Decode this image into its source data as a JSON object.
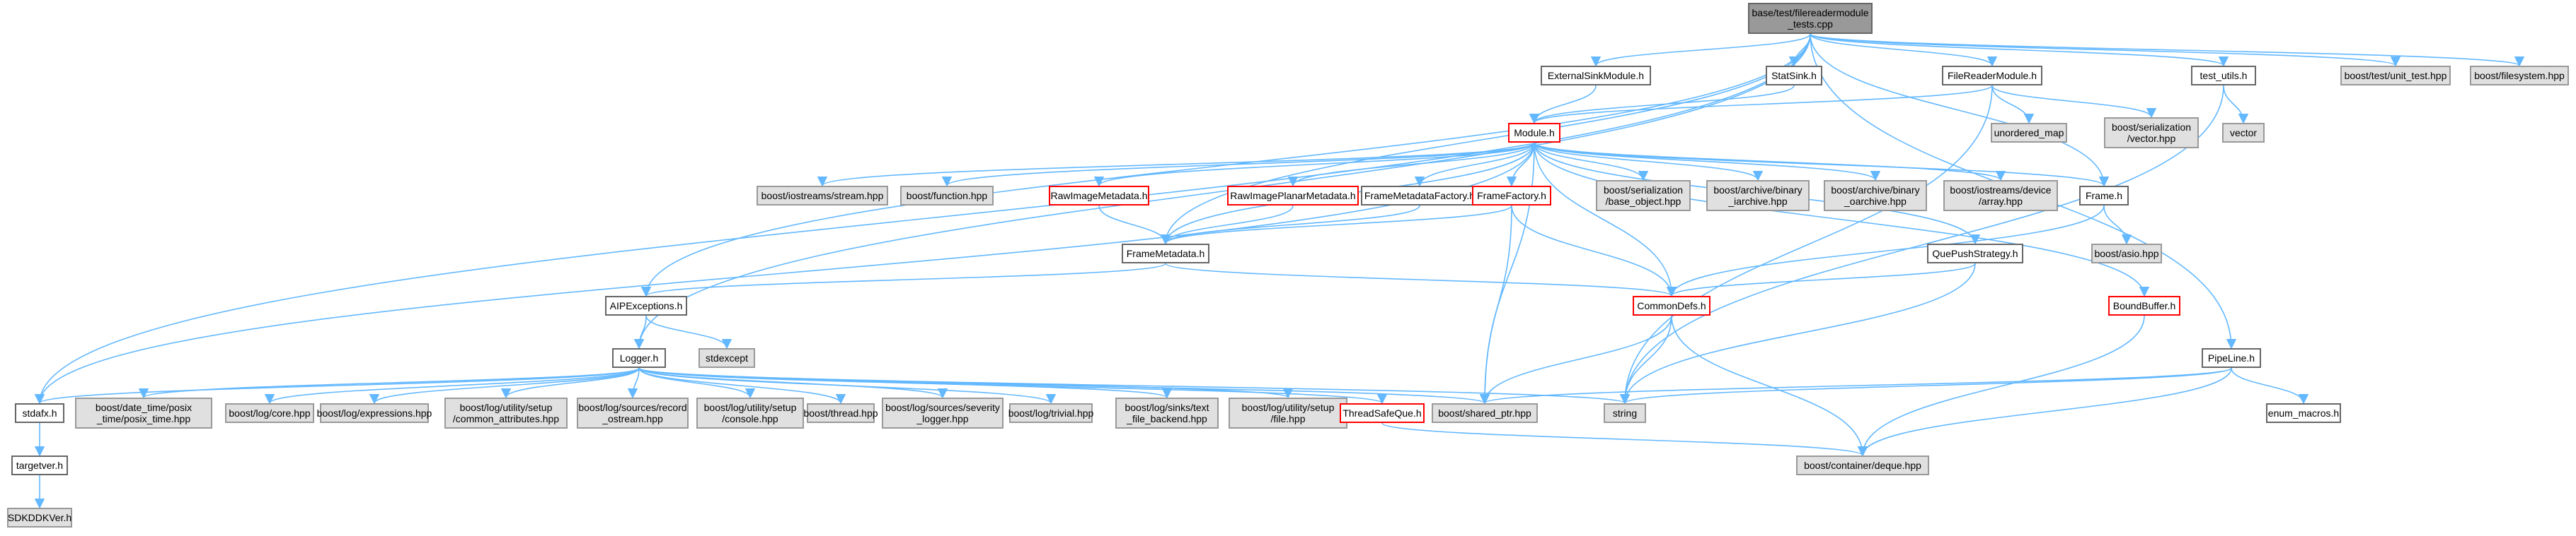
{
  "graph": {
    "root": "base/test/filereadermodule_tests.cpp",
    "nodes": [
      {
        "id": "root",
        "label": "base/test/filereadermodule\n_tests.cpp",
        "style": "root"
      },
      {
        "id": "extsink",
        "label": "ExternalSinkModule.h",
        "style": "normal"
      },
      {
        "id": "statsink",
        "label": "StatSink.h",
        "style": "normal"
      },
      {
        "id": "filereader",
        "label": "FileReaderModule.h",
        "style": "normal"
      },
      {
        "id": "testutils",
        "label": "test_utils.h",
        "style": "normal"
      },
      {
        "id": "unittest",
        "label": "boost/test/unit_test.hpp",
        "style": "ext"
      },
      {
        "id": "filesystem",
        "label": "boost/filesystem.hpp",
        "style": "ext"
      },
      {
        "id": "module",
        "label": "Module.h",
        "style": "red"
      },
      {
        "id": "unorderedmap",
        "label": "unordered_map",
        "style": "ext"
      },
      {
        "id": "servector",
        "label": "boost/serialization\n/vector.hpp",
        "style": "ext"
      },
      {
        "id": "vector",
        "label": "vector",
        "style": "ext"
      },
      {
        "id": "iostreamsstream",
        "label": "boost/iostreams/stream.hpp",
        "style": "ext"
      },
      {
        "id": "function",
        "label": "boost/function.hpp",
        "style": "ext"
      },
      {
        "id": "rawmeta",
        "label": "RawImageMetadata.h",
        "style": "red"
      },
      {
        "id": "rawplanar",
        "label": "RawImagePlanarMetadata.h",
        "style": "red"
      },
      {
        "id": "fmfactory",
        "label": "FrameMetadataFactory.h",
        "style": "normal"
      },
      {
        "id": "framefactory",
        "label": "FrameFactory.h",
        "style": "red"
      },
      {
        "id": "baseobject",
        "label": "boost/serialization\n/base_object.hpp",
        "style": "ext"
      },
      {
        "id": "biniarchive",
        "label": "boost/archive/binary\n_iarchive.hpp",
        "style": "ext"
      },
      {
        "id": "binoarchive",
        "label": "boost/archive/binary\n_oarchive.hpp",
        "style": "ext"
      },
      {
        "id": "devarray",
        "label": "boost/iostreams/device\n/array.hpp",
        "style": "ext"
      },
      {
        "id": "frame",
        "label": "Frame.h",
        "style": "normal"
      },
      {
        "id": "asio",
        "label": "boost/asio.hpp",
        "style": "ext"
      },
      {
        "id": "framemeta",
        "label": "FrameMetadata.h",
        "style": "normal"
      },
      {
        "id": "quepush",
        "label": "QuePushStrategy.h",
        "style": "normal"
      },
      {
        "id": "aipexceptions",
        "label": "AIPExceptions.h",
        "style": "normal"
      },
      {
        "id": "commondefs",
        "label": "CommonDefs.h",
        "style": "red"
      },
      {
        "id": "boundbuffer",
        "label": "BoundBuffer.h",
        "style": "red"
      },
      {
        "id": "logger",
        "label": "Logger.h",
        "style": "normal"
      },
      {
        "id": "stdexcept",
        "label": "stdexcept",
        "style": "ext"
      },
      {
        "id": "pipeline",
        "label": "PipeLine.h",
        "style": "normal"
      },
      {
        "id": "stdafx",
        "label": "stdafx.h",
        "style": "normal"
      },
      {
        "id": "posixtime",
        "label": "boost/date_time/posix\n_time/posix_time.hpp",
        "style": "ext"
      },
      {
        "id": "logcore",
        "label": "boost/log/core.hpp",
        "style": "ext"
      },
      {
        "id": "logexpr",
        "label": "boost/log/expressions.hpp",
        "style": "ext"
      },
      {
        "id": "commonattr",
        "label": "boost/log/utility/setup\n/common_attributes.hpp",
        "style": "ext"
      },
      {
        "id": "ostream",
        "label": "boost/log/sources/record\n_ostream.hpp",
        "style": "ext"
      },
      {
        "id": "console",
        "label": "boost/log/utility/setup\n/console.hpp",
        "style": "ext"
      },
      {
        "id": "thread",
        "label": "boost/thread.hpp",
        "style": "ext"
      },
      {
        "id": "sevlogger",
        "label": "boost/log/sources/severity\n_logger.hpp",
        "style": "ext"
      },
      {
        "id": "logtrivial",
        "label": "boost/log/trivial.hpp",
        "style": "ext"
      },
      {
        "id": "textfile",
        "label": "boost/log/sinks/text\n_file_backend.hpp",
        "style": "ext"
      },
      {
        "id": "setupfile",
        "label": "boost/log/utility/setup\n/file.hpp",
        "style": "ext"
      },
      {
        "id": "threadsafeque",
        "label": "ThreadSafeQue.h",
        "style": "red"
      },
      {
        "id": "sharedptr",
        "label": "boost/shared_ptr.hpp",
        "style": "ext"
      },
      {
        "id": "string",
        "label": "string",
        "style": "ext"
      },
      {
        "id": "enummacros",
        "label": "enum_macros.h",
        "style": "normal"
      },
      {
        "id": "targetver",
        "label": "targetver.h",
        "style": "normal"
      },
      {
        "id": "sdkddkver",
        "label": "SDKDDKVer.h",
        "style": "ext"
      },
      {
        "id": "deque",
        "label": "boost/container/deque.hpp",
        "style": "ext"
      }
    ],
    "edges": [
      [
        "root",
        "extsink"
      ],
      [
        "root",
        "statsink"
      ],
      [
        "root",
        "filereader"
      ],
      [
        "root",
        "testutils"
      ],
      [
        "root",
        "unittest"
      ],
      [
        "root",
        "filesystem"
      ],
      [
        "root",
        "frame"
      ],
      [
        "root",
        "framemeta"
      ],
      [
        "root",
        "aipexceptions"
      ],
      [
        "root",
        "logger"
      ],
      [
        "root",
        "stdafx"
      ],
      [
        "root",
        "pipeline"
      ],
      [
        "extsink",
        "module"
      ],
      [
        "statsink",
        "module"
      ],
      [
        "filereader",
        "module"
      ],
      [
        "filereader",
        "unorderedmap"
      ],
      [
        "filereader",
        "servector"
      ],
      [
        "filereader",
        "string"
      ],
      [
        "testutils",
        "vector"
      ],
      [
        "testutils",
        "string"
      ],
      [
        "module",
        "iostreamsstream"
      ],
      [
        "module",
        "function"
      ],
      [
        "module",
        "rawmeta"
      ],
      [
        "module",
        "rawplanar"
      ],
      [
        "module",
        "fmfactory"
      ],
      [
        "module",
        "framefactory"
      ],
      [
        "module",
        "baseobject"
      ],
      [
        "module",
        "biniarchive"
      ],
      [
        "module",
        "binoarchive"
      ],
      [
        "module",
        "devarray"
      ],
      [
        "module",
        "frame"
      ],
      [
        "module",
        "framemeta"
      ],
      [
        "module",
        "quepush"
      ],
      [
        "module",
        "commondefs"
      ],
      [
        "module",
        "boundbuffer"
      ],
      [
        "module",
        "stdafx"
      ],
      [
        "module",
        "sharedptr"
      ],
      [
        "rawmeta",
        "framemeta"
      ],
      [
        "rawplanar",
        "framemeta"
      ],
      [
        "fmfactory",
        "framemeta"
      ],
      [
        "framefactory",
        "framemeta"
      ],
      [
        "framefactory",
        "commondefs"
      ],
      [
        "framefactory",
        "sharedptr"
      ],
      [
        "frame",
        "asio"
      ],
      [
        "frame",
        "commondefs"
      ],
      [
        "quepush",
        "commondefs"
      ],
      [
        "quepush",
        "string"
      ],
      [
        "framemeta",
        "aipexceptions"
      ],
      [
        "framemeta",
        "commondefs"
      ],
      [
        "aipexceptions",
        "logger"
      ],
      [
        "aipexceptions",
        "stdexcept"
      ],
      [
        "commondefs",
        "sharedptr"
      ],
      [
        "commondefs",
        "string"
      ],
      [
        "commondefs",
        "deque"
      ],
      [
        "boundbuffer",
        "deque"
      ],
      [
        "pipeline",
        "sharedptr"
      ],
      [
        "pipeline",
        "string"
      ],
      [
        "pipeline",
        "enummacros"
      ],
      [
        "pipeline",
        "deque"
      ],
      [
        "logger",
        "stdafx"
      ],
      [
        "logger",
        "posixtime"
      ],
      [
        "logger",
        "logcore"
      ],
      [
        "logger",
        "logexpr"
      ],
      [
        "logger",
        "commonattr"
      ],
      [
        "logger",
        "ostream"
      ],
      [
        "logger",
        "console"
      ],
      [
        "logger",
        "thread"
      ],
      [
        "logger",
        "sevlogger"
      ],
      [
        "logger",
        "logtrivial"
      ],
      [
        "logger",
        "textfile"
      ],
      [
        "logger",
        "setupfile"
      ],
      [
        "logger",
        "threadsafeque"
      ],
      [
        "logger",
        "sharedptr"
      ],
      [
        "logger",
        "string"
      ],
      [
        "threadsafeque",
        "deque"
      ],
      [
        "stdafx",
        "targetver"
      ],
      [
        "targetver",
        "sdkddkver"
      ]
    ]
  },
  "colors": {
    "edge": "#63b8ff",
    "node_border": "#666666",
    "node_border_red": "#ff0000",
    "ext_fill": "#e0e0e0",
    "ext_border": "#999999",
    "root_fill": "#999999"
  }
}
